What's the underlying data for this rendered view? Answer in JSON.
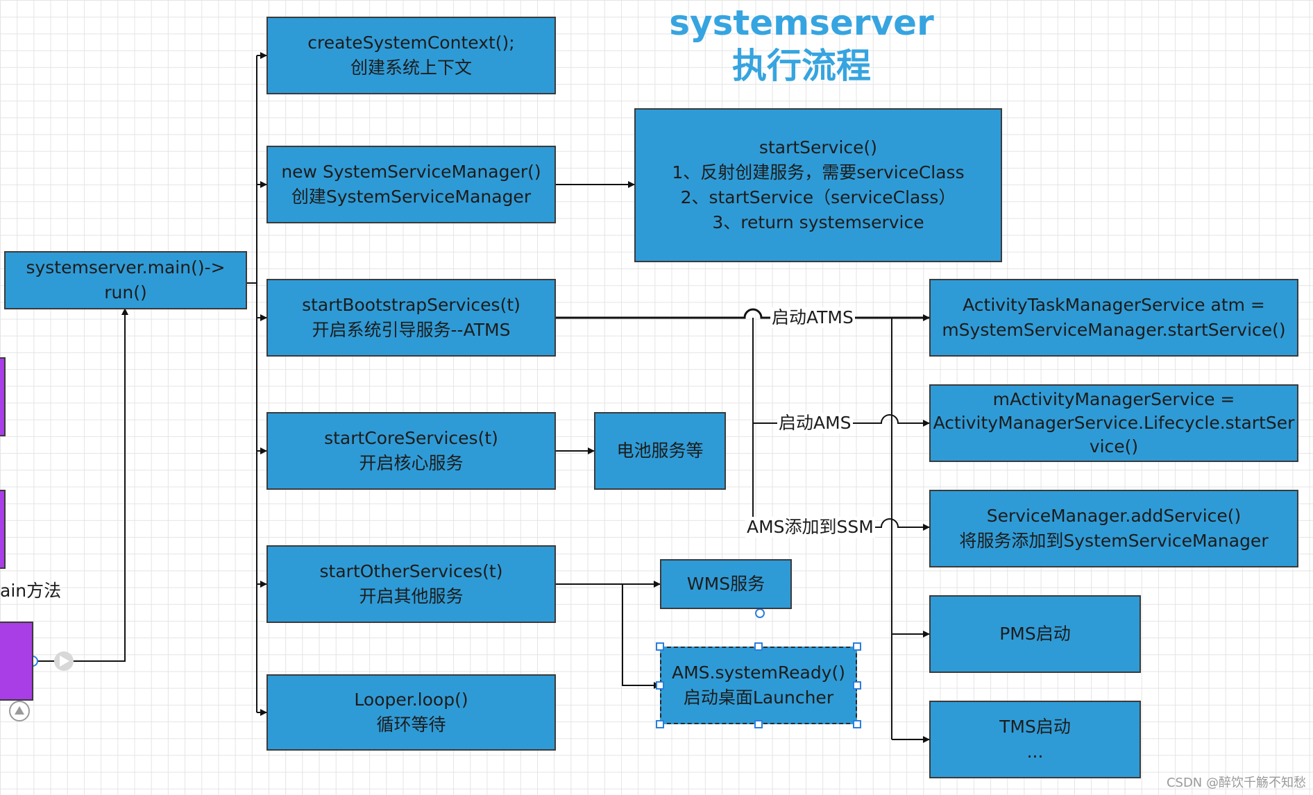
{
  "title": {
    "line1": "systemserver",
    "line2": "执行流程"
  },
  "nodes": {
    "main_run": [
      "systemserver.main()->",
      "run()"
    ],
    "create_context": [
      "createSystemContext();",
      "创建系统上下文"
    ],
    "new_ssm": [
      "new SystemServiceManager()",
      "创建SystemServiceManager"
    ],
    "start_service": [
      "startService()",
      "1、反射创建服务，需要serviceClass",
      "2、startService（serviceClass）",
      "3、return systemservice"
    ],
    "bootstrap": [
      "startBootstrapServices(t)",
      "开启系统引导服务--ATMS"
    ],
    "core": [
      "startCoreServices(t)",
      "开启核心服务"
    ],
    "battery": [
      "电池服务等"
    ],
    "other": [
      "startOtherServices(t)",
      "开启其他服务"
    ],
    "wms": [
      "WMS服务"
    ],
    "ams_ready": [
      "AMS.systemReady()",
      "启动桌面Launcher"
    ],
    "looper": [
      "Looper.loop()",
      "循环等待"
    ],
    "atms": [
      "ActivityTaskManagerService atm =",
      "mSystemServiceManager.startService()"
    ],
    "ams": [
      "mActivityManagerService =",
      "ActivityManagerService.Lifecycle.startSer",
      "vice()"
    ],
    "service_manager": [
      "ServiceManager.addService()",
      "将服务添加到SystemServiceManager"
    ],
    "pms": [
      "PMS启动"
    ],
    "tms": [
      "TMS启动",
      "..."
    ]
  },
  "edge_labels": {
    "atms": "启动ATMS",
    "ams": "启动AMS",
    "ssm": "AMS添加到SSM"
  },
  "side_text": "ain方法",
  "watermark": "CSDN @醉饮千觞不知愁",
  "colors": {
    "node_fill": "#2f9bd6",
    "title": "#36a4e0",
    "purple": "#a93ee6"
  }
}
